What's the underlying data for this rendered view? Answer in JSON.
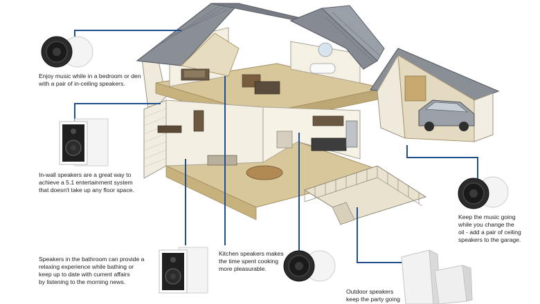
{
  "captions": {
    "bedroom": "Enjoy music while in a bedroom or den\nwith a pair of in-ceiling speakers.",
    "in_wall": "In-wall speakers are a great way to\nachieve a 5.1 entertainment system\nthat doesn't take up any floor space.",
    "garage": "Keep the music going\nwhile you change the\noil - add a pair of ceiling\nspeakers to the garage.",
    "bathroom": "Speakers in the bathroom can provide a\nrelaxing experience while bathing or\nkeep up to date with current affairs\nby listening to the morning news.",
    "kitchen": "Kitchen speakers makes\nthe time spent cooking\nmore pleasurable.",
    "outdoor": "Outdoor speakers\nkeep the party going"
  },
  "colors": {
    "callout_line": "#1f4e8c",
    "roof": "#8a8f96",
    "siding": "#f1ede2",
    "floor": "#d9c79c",
    "speaker": "#1b1b1b",
    "grille": "#e8e8e8"
  },
  "icons": [
    "in-ceiling-speaker-icon",
    "in-wall-speaker-icon",
    "outdoor-speaker-icon",
    "car-icon",
    "house-icon"
  ]
}
